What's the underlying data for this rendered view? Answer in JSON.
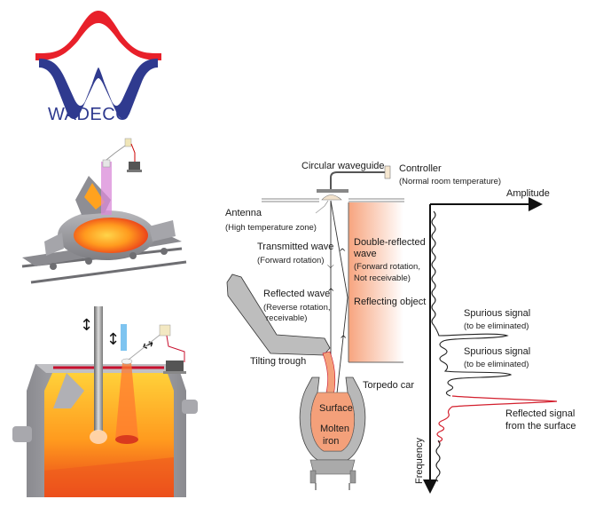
{
  "logo": {
    "text": "WADECO",
    "colors": {
      "red": "#e8202a",
      "blue": "#2f3a8f"
    }
  },
  "illustrations": {
    "top": {
      "name": "torpedo-car-radar-illustration"
    },
    "bottom": {
      "name": "ladle-furnace-radar-illustration"
    }
  },
  "diagram": {
    "labels": {
      "circular_waveguide": "Circular waveguide",
      "controller": "Controller",
      "controller_sub": "(Normal room temperature)",
      "antenna": "Antenna",
      "antenna_sub": "(High temperature zone)",
      "transmitted_wave": "Transmitted wave",
      "transmitted_wave_sub": "(Forward rotation)",
      "reflected_wave": "Reflected wave",
      "reflected_wave_sub1": "(Reverse rotation,",
      "reflected_wave_sub2": "receivable)",
      "double_reflected_1": "Double-reflected",
      "double_reflected_2": "wave",
      "double_reflected_sub1": "(Forward rotation,",
      "double_reflected_sub2": "Not receivable)",
      "reflecting_object": "Reflecting object",
      "tilting_trough": "Tilting trough",
      "torpedo_car": "Torpedo car",
      "surface": "Surface",
      "molten_1": "Molten",
      "molten_2": "iron"
    },
    "graph": {
      "x_axis": "Amplitude",
      "y_axis": "Frequency",
      "spurious_1": "Spurious signal",
      "spurious_1_sub": "(to be eliminated)",
      "spurious_2": "Spurious signal",
      "spurious_2_sub": "(to be eliminated)",
      "reflected_1": "Reflected signal",
      "reflected_2": "from the surface"
    },
    "colors": {
      "molten": "#f4a07a",
      "reflector": "#f7b48e",
      "signal_red": "#d3202e",
      "vessel_gray": "#b4b4b4"
    }
  }
}
